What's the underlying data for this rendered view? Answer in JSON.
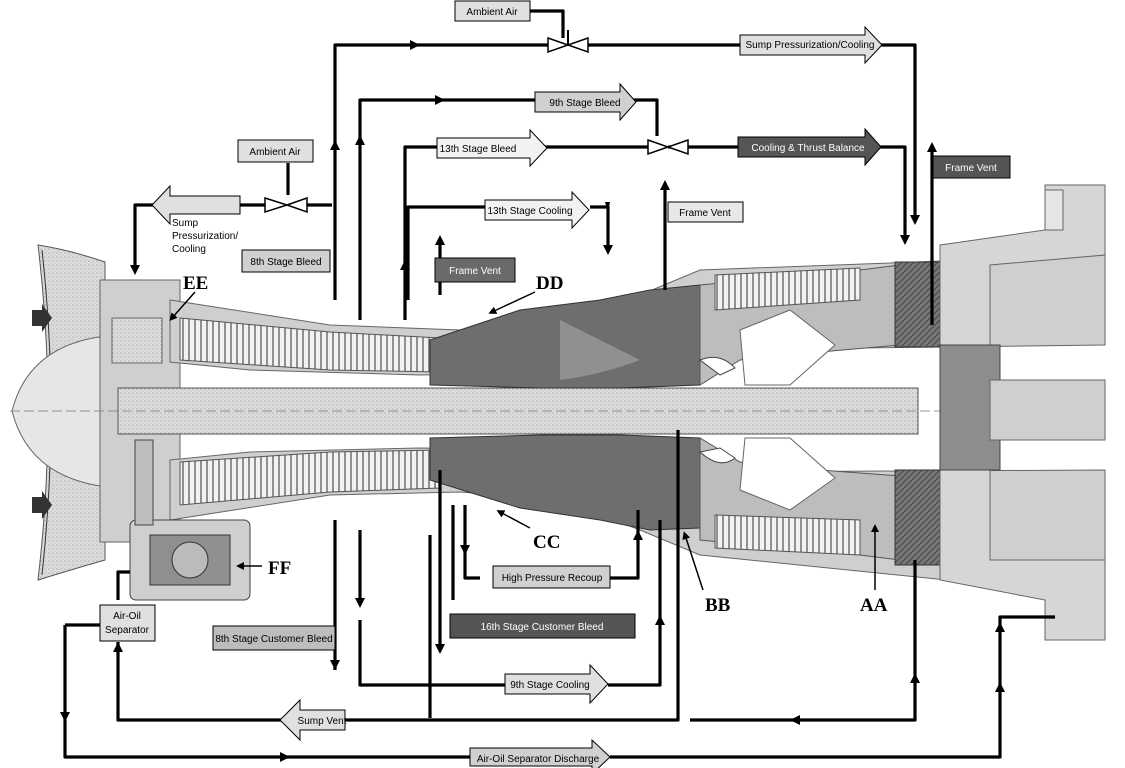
{
  "labels": {
    "ambient_air_top": "Ambient Air",
    "ambient_air_left": "Ambient Air",
    "sump_press_cool_right": "Sump Pressurization/Cooling",
    "sump_press_left_1": "Sump",
    "sump_press_left_2": "Pressurization/",
    "sump_press_left_3": "Cooling",
    "ninth_stage_bleed": "9th Stage Bleed",
    "thirteenth_stage_bleed": "13th Stage Bleed",
    "cooling_thrust_balance": "Cooling & Thrust Balance",
    "frame_vent_right": "Frame Vent",
    "thirteenth_stage_cooling": "13th Stage Cooling",
    "frame_vent_mid": "Frame Vent",
    "eighth_stage_bleed": "8th Stage Bleed",
    "frame_vent_left": "Frame Vent",
    "high_pressure_recoup": "High Pressure Recoup",
    "sixteenth_customer_bleed": "16th Stage Customer Bleed",
    "eighth_customer_bleed": "8th Stage Customer Bleed",
    "air_oil_separator_1": "Air-Oil",
    "air_oil_separator_2": "Separator",
    "ninth_stage_cooling": "9th Stage Cooling",
    "sump_vent": "Sump Vent",
    "air_oil_separator_discharge": "Air-Oil Separator Discharge"
  },
  "callouts": {
    "aa": "AA",
    "bb": "BB",
    "cc": "CC",
    "dd": "DD",
    "ee": "EE",
    "ff": "FF"
  },
  "colors": {
    "pipe": "#000000",
    "engine_light": "#d8d8d8",
    "engine_mid": "#a8a8a8",
    "engine_dark": "#6e6e6e",
    "label_light": "#e0e0e0",
    "label_dark": "#555555"
  }
}
